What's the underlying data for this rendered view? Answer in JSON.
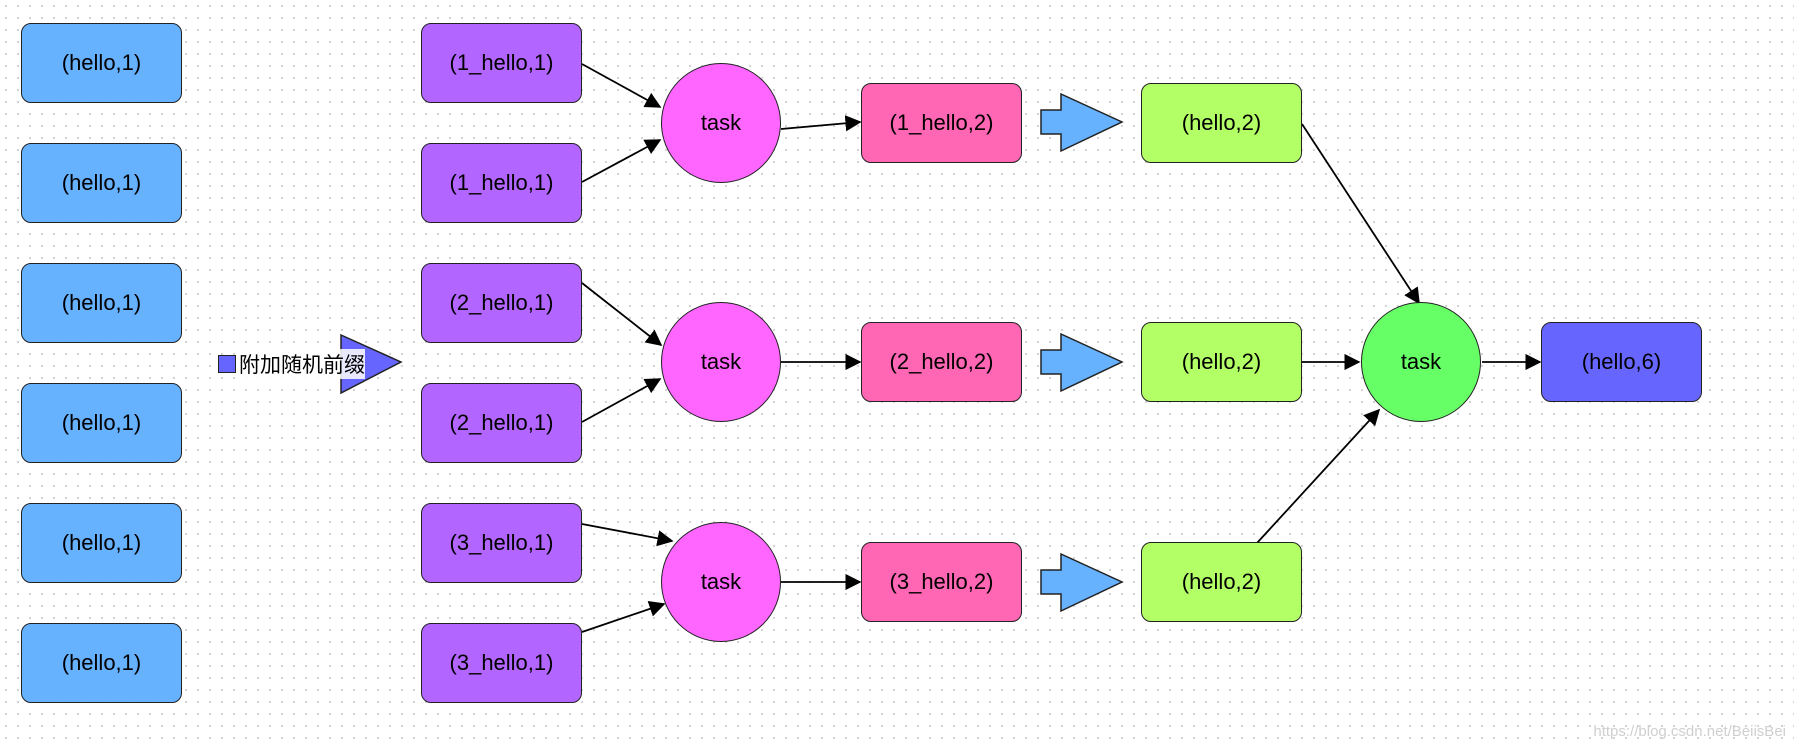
{
  "colors": {
    "input": "#66b2ff",
    "prefixed": "#b266ff",
    "task_local": "#ff66ff",
    "partial": "#ff66b3",
    "stripped": "#b3ff66",
    "task_global": "#66ff66",
    "result": "#6666ff",
    "arrow": "#000000",
    "block_arrow": "#66b2ff",
    "legend_arrow": "#6666ff"
  },
  "input_nodes": [
    "(hello,1)",
    "(hello,1)",
    "(hello,1)",
    "(hello,1)",
    "(hello,1)",
    "(hello,1)"
  ],
  "legend": {
    "label": "附加随机前缀"
  },
  "prefixed_nodes": [
    "(1_hello,1)",
    "(1_hello,1)",
    "(2_hello,1)",
    "(2_hello,1)",
    "(3_hello,1)",
    "(3_hello,1)"
  ],
  "local_tasks": [
    "task",
    "task",
    "task"
  ],
  "partial_results": [
    "(1_hello,2)",
    "(2_hello,2)",
    "(3_hello,2)"
  ],
  "stripped_results": [
    "(hello,2)",
    "(hello,2)",
    "(hello,2)"
  ],
  "global_task": "task",
  "final_result": "(hello,6)",
  "watermark": "https://blog.csdn.net/BeiisBei"
}
